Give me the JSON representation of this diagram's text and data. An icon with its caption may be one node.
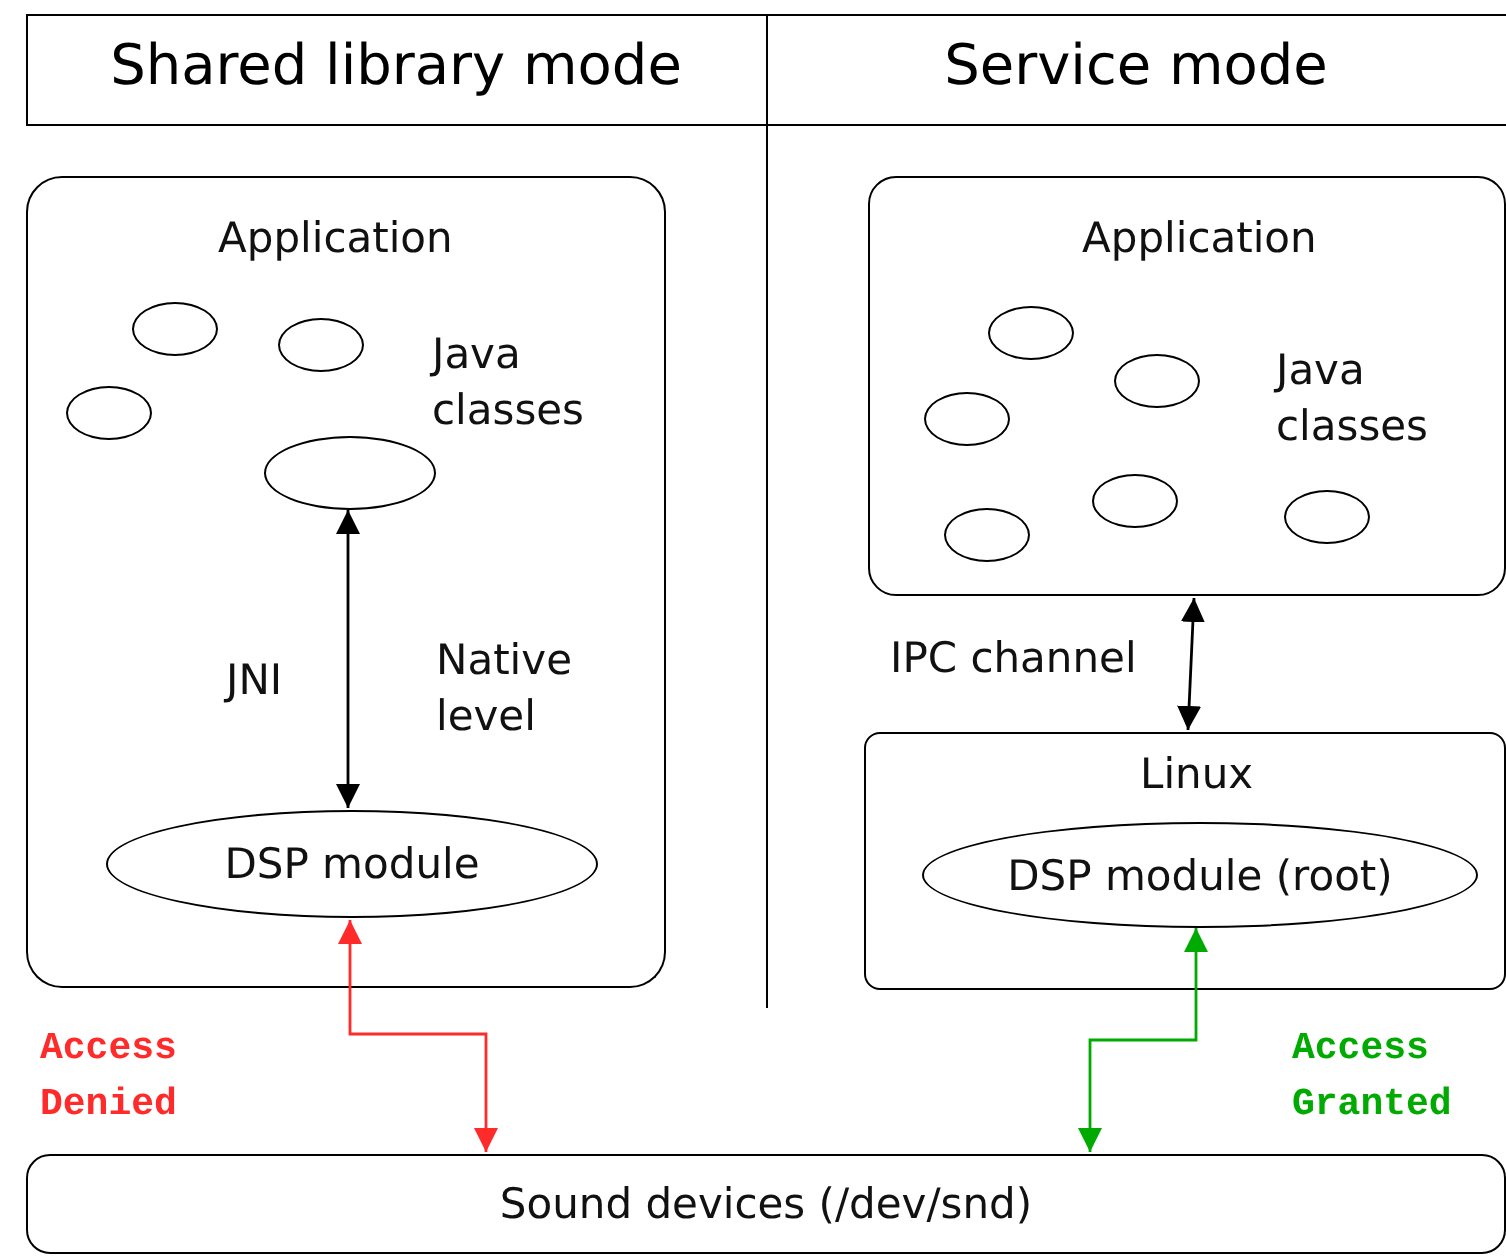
{
  "diagram": {
    "nodes": [
      {
        "text": [
          "Application",
          "Java classes"
        ]
      },
      {
        "text": [],
        "shape": "ellipse",
        "in": 0
      },
      {
        "text": [],
        "shape": "ellipse",
        "in": 0
      },
      {
        "text": [],
        "shape": "ellipse",
        "in": 0
      },
      {
        "text": [],
        "shape": "ellipse",
        "in": 0
      },
      {
        "text": [
          "Native level"
        ]
      },
      {
        "text": [
          "DSP module"
        ],
        "in": 5
      },
      {
        "text": [
          "Application",
          "Java classes"
        ]
      },
      {
        "text": [],
        "shape": "ellipse",
        "in": 7
      },
      {
        "text": [],
        "shape": "ellipse",
        "in": 7
      },
      {
        "text": [],
        "shape": "ellipse",
        "in": 7
      },
      {
        "text": [],
        "shape": "ellipse",
        "in": 7
      },
      {
        "text": [],
        "shape": "ellipse",
        "in": 7
      },
      {
        "text": [],
        "shape": "ellipse",
        "in": 7
      },
      {
        "text": [
          "Linux"
        ]
      },
      {
        "text": [
          "DSP module (root)"
        ],
        "in": 14
      },
      {
        "text": [
          "Sound devices (/dev/snd)"
        ]
      }
    ],
    "edges": [
      {
        "from": 4,
        "to": 6,
        "arrow": "both",
        "label": "JNI"
      },
      {
        "from": 7,
        "to": 14,
        "arrow": "both",
        "label": "IPC channel"
      },
      {
        "from": 6,
        "to": 16,
        "arrow": "both",
        "label": "Access Denied",
        "color": "#ff2a2a"
      },
      {
        "from": 15,
        "to": 16,
        "arrow": "both",
        "label": "Access Granted",
        "color": "#00aa00"
      }
    ],
    "labels": [
      "Shared library mode",
      "Service mode"
    ]
  }
}
